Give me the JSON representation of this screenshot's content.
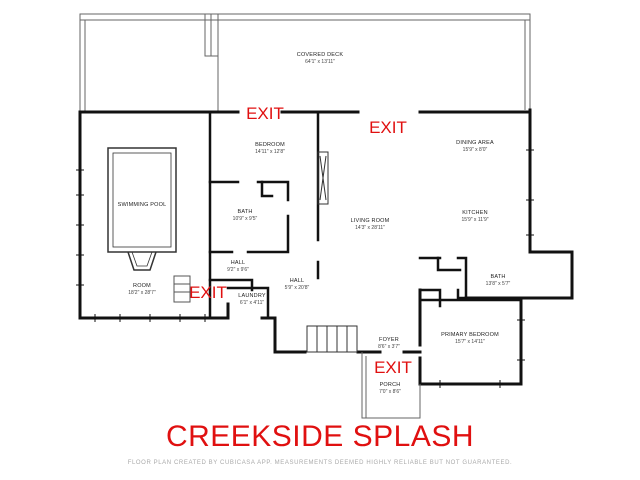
{
  "title": "CREEKSIDE SPLASH",
  "disclaimer": "FLOOR PLAN CREATED BY CUBICASA APP. MEASUREMENTS DEEMED HIGHLY RELIABLE BUT NOT GUARANTEED.",
  "exit_label": "EXIT",
  "colors": {
    "wall": "#111111",
    "thin_wall": "#555555",
    "accent": "#e01010"
  },
  "rooms": {
    "covered_deck": {
      "name": "COVERED DECK",
      "dims": "64'1\" x 13'11\""
    },
    "bedroom": {
      "name": "BEDROOM",
      "dims": "14'11\" x 12'8\""
    },
    "dining_area": {
      "name": "DINING AREA",
      "dims": "15'9\" x 8'0\""
    },
    "swimming_pool": {
      "name": "SWIMMING POOL",
      "dims": ""
    },
    "bath_1": {
      "name": "BATH",
      "dims": "10'9\" x 9'5\""
    },
    "living_room": {
      "name": "LIVING ROOM",
      "dims": "14'3\" x 28'11\""
    },
    "kitchen": {
      "name": "KITCHEN",
      "dims": "15'9\" x 11'9\""
    },
    "room": {
      "name": "ROOM",
      "dims": "18'2\" x 28'7\""
    },
    "hall_1": {
      "name": "HALL",
      "dims": "9'2\" x 9'6\""
    },
    "hall_2": {
      "name": "HALL",
      "dims": "5'9\" x 20'8\""
    },
    "laundry": {
      "name": "LAUNDRY",
      "dims": "6'1\" x 4'11\""
    },
    "bath_2": {
      "name": "BATH",
      "dims": "13'8\" x 5'7\""
    },
    "primary_bedroom": {
      "name": "PRIMARY BEDROOM",
      "dims": "15'7\" x 14'11\""
    },
    "foyer": {
      "name": "FOYER",
      "dims": "8'6\" x 3'7\""
    },
    "porch": {
      "name": "PORCH",
      "dims": "7'0\" x 8'6\""
    }
  }
}
